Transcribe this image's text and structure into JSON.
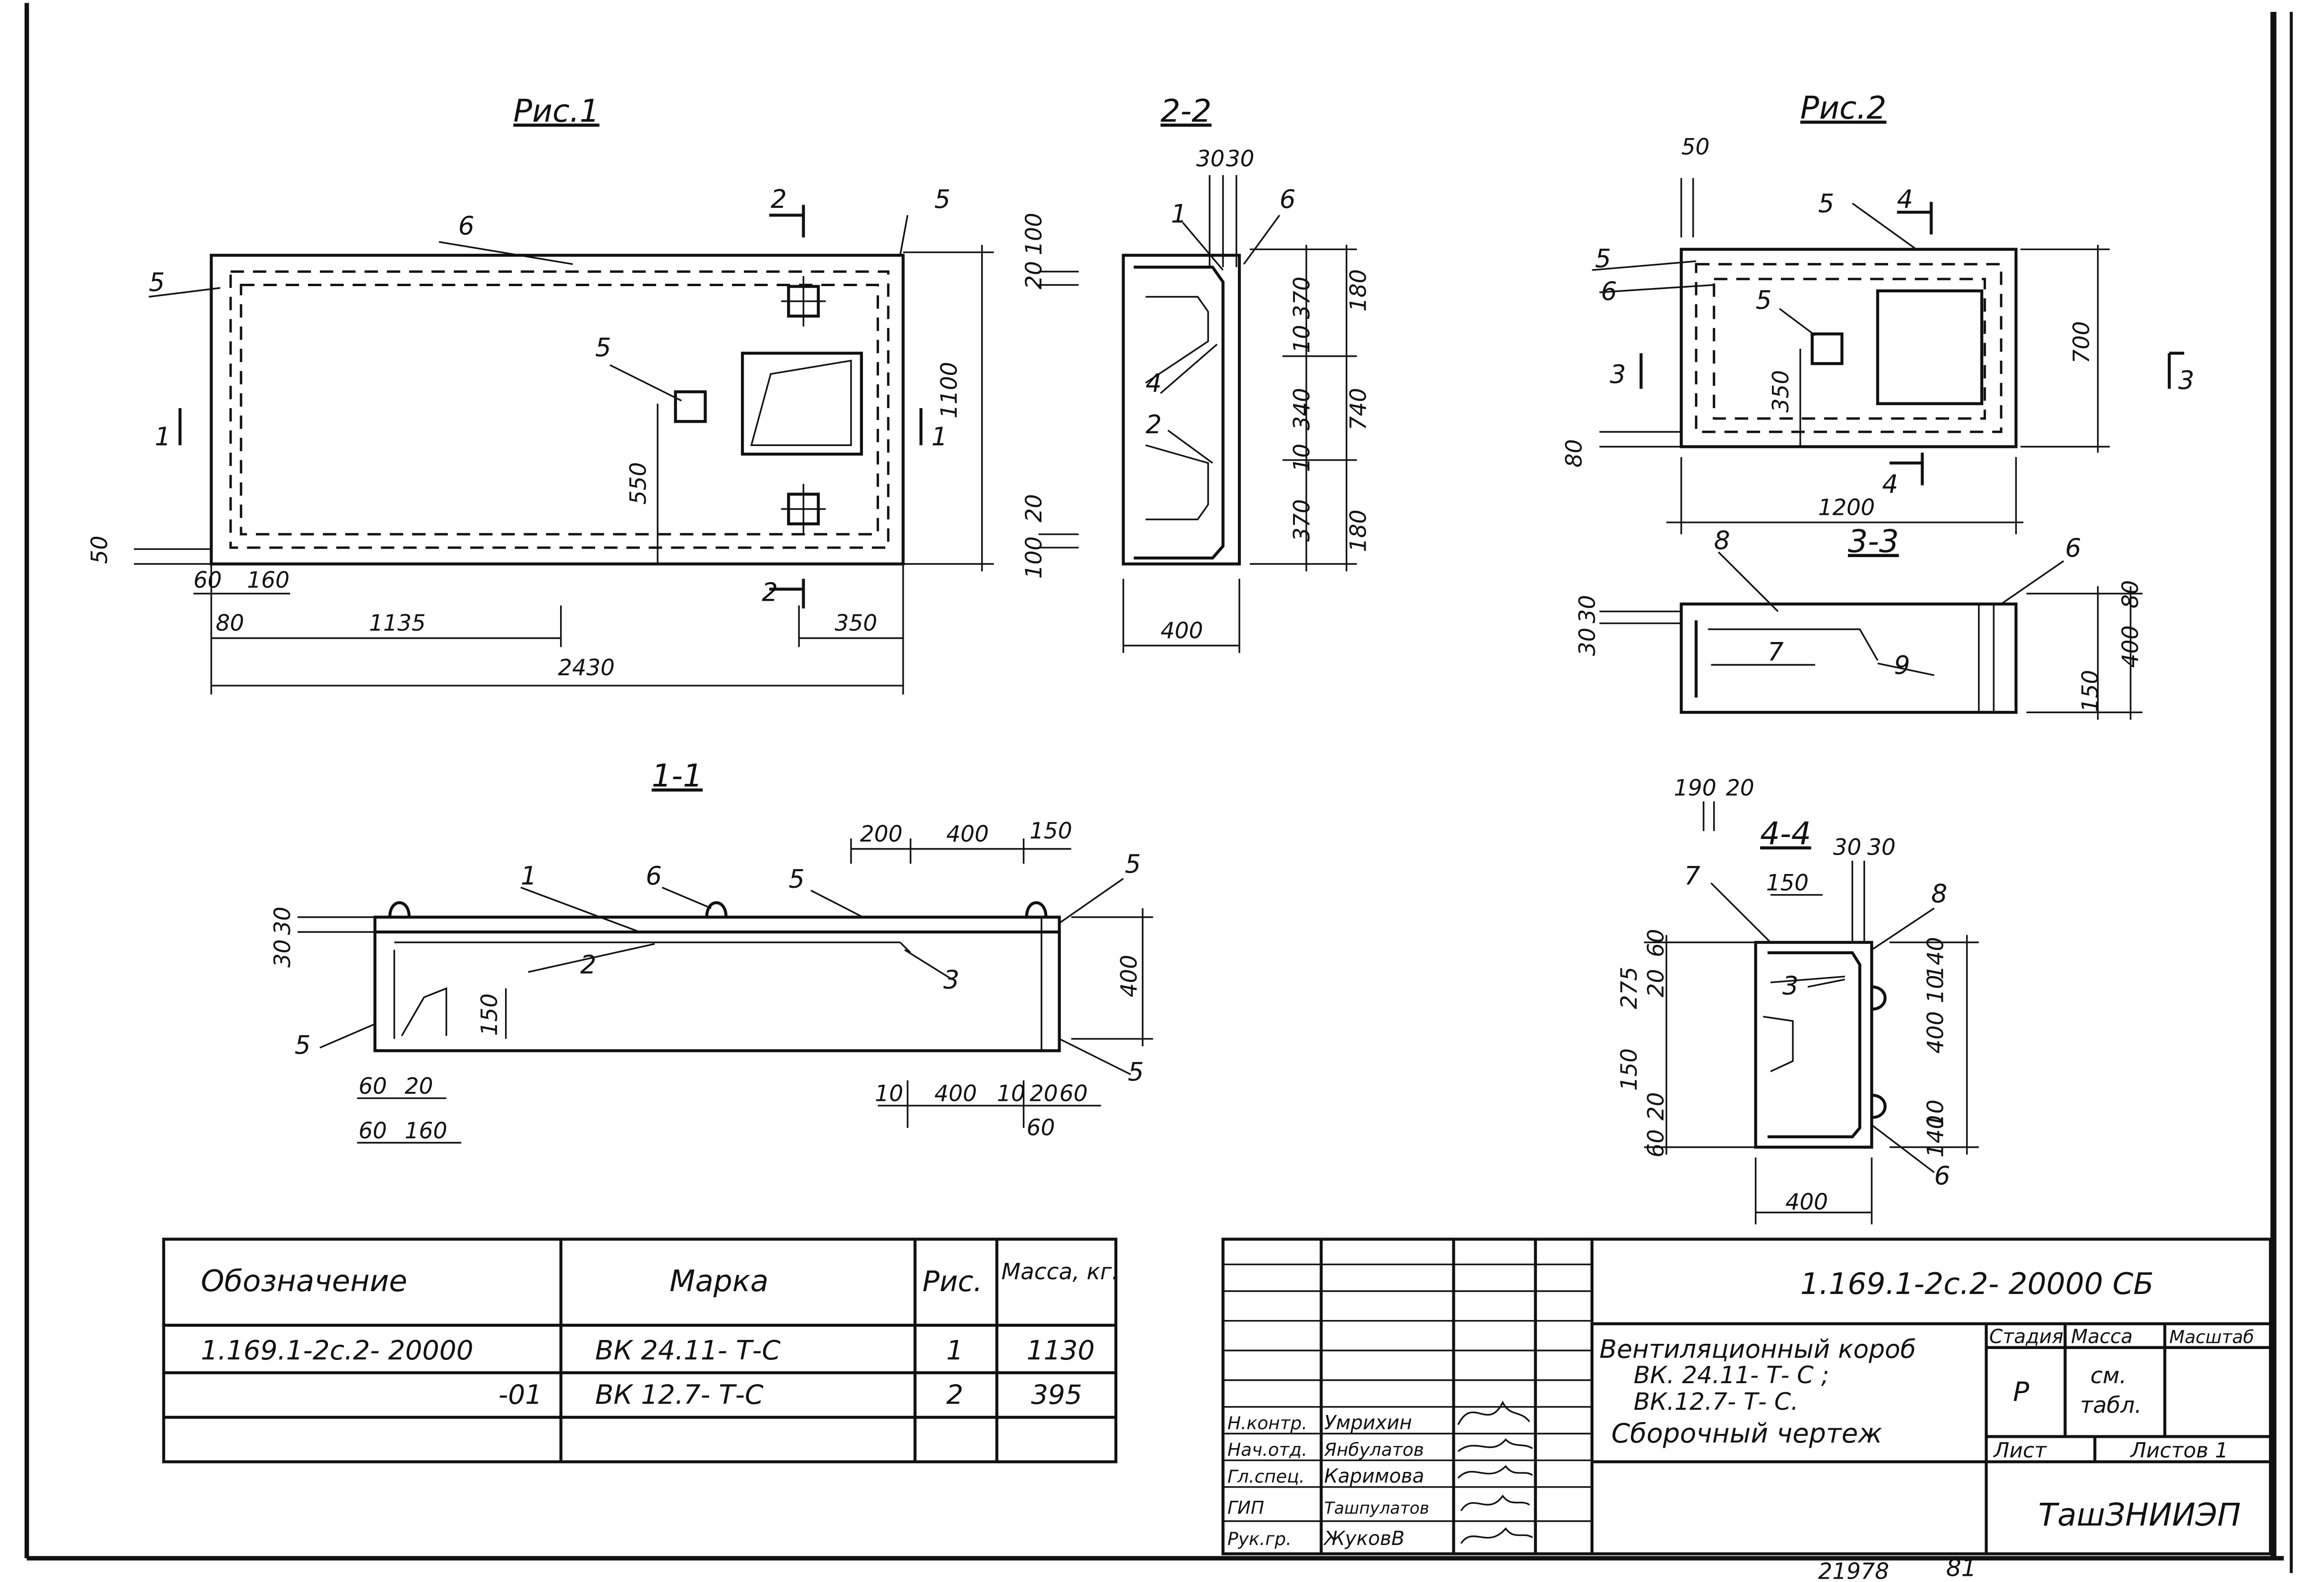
{
  "figures": {
    "fig1": {
      "title": "Рис.1",
      "dims": [
        "1100",
        "550",
        "2430",
        "1135",
        "350",
        "160",
        "60",
        "80",
        "50",
        "20",
        "100",
        "20",
        "100"
      ],
      "leaders": [
        "6",
        "5",
        "5",
        "5"
      ],
      "cuts": [
        "1",
        "1",
        "2",
        "2"
      ]
    },
    "sec22": {
      "title": "2-2",
      "dims": [
        "30",
        "30",
        "180",
        "370",
        "10",
        "740",
        "340",
        "10",
        "370",
        "180",
        "400"
      ],
      "leaders": [
        "1",
        "6",
        "4",
        "2"
      ]
    },
    "fig2": {
      "title": "Рис.2",
      "dims": [
        "50",
        "700",
        "350",
        "80",
        "1200"
      ],
      "leaders": [
        "5",
        "5",
        "6",
        "5"
      ],
      "cuts": [
        "4",
        "4",
        "3",
        "3"
      ]
    },
    "sec33": {
      "title": "3-3",
      "dims": [
        "30",
        "30",
        "80",
        "400",
        "150"
      ],
      "leaders": [
        "8",
        "6",
        "7",
        "9"
      ]
    },
    "sec11": {
      "title": "1-1",
      "dims": [
        "200",
        "400",
        "150",
        "30",
        "30",
        "150",
        "400",
        "60",
        "20",
        "60",
        "160",
        "10",
        "400",
        "10",
        "20",
        "60",
        "60"
      ],
      "leaders": [
        "1",
        "6",
        "5",
        "5",
        "2",
        "3",
        "5",
        "5"
      ]
    },
    "sec44": {
      "title": "4-4",
      "dims": [
        "190",
        "20",
        "150",
        "30",
        "30",
        "275",
        "20",
        "60",
        "150",
        "140",
        "10",
        "400",
        "10",
        "140",
        "20",
        "60",
        "400"
      ],
      "leaders": [
        "7",
        "8",
        "3",
        "6"
      ]
    }
  },
  "spec": {
    "headers": [
      "Обозначение",
      "Марка",
      "Рис.",
      "Масса, кг."
    ],
    "rows": [
      [
        "1.169.1-2с.2- 20000",
        "ВК 24.11- Т-С",
        "1",
        "1130"
      ],
      [
        "-01",
        "ВК 12.7- Т-С",
        "2",
        "395"
      ]
    ]
  },
  "titleblock": {
    "code": "1.169.1-2с.2- 20000 СБ",
    "name_lines": [
      "Вентиляционный короб",
      "ВК. 24.11- Т- С ;",
      "ВК.12.7- Т- С.",
      "Сборочный чертеж"
    ],
    "stage_label": "Стадия",
    "stage_value": "Р",
    "mass_label": "Масса",
    "mass_value_1": "см.",
    "mass_value_2": "табл.",
    "scale_label": "Масштаб",
    "sheet_label": "Лист",
    "sheets_label": "Листов 1",
    "org": "ТашЗНИИЭП",
    "people": [
      {
        "role": "Н.контр.",
        "name": "Умрихин"
      },
      {
        "role": "Нач.отд.",
        "name": "Янбулатов"
      },
      {
        "role": "Гл.спец.",
        "name": "Каримова"
      },
      {
        "role": "ГИП",
        "name": "Ташпулатов"
      },
      {
        "role": "Рук.гр.",
        "name": "ЖуковВ"
      }
    ]
  },
  "footer": {
    "number": "21978",
    "page": "81"
  }
}
